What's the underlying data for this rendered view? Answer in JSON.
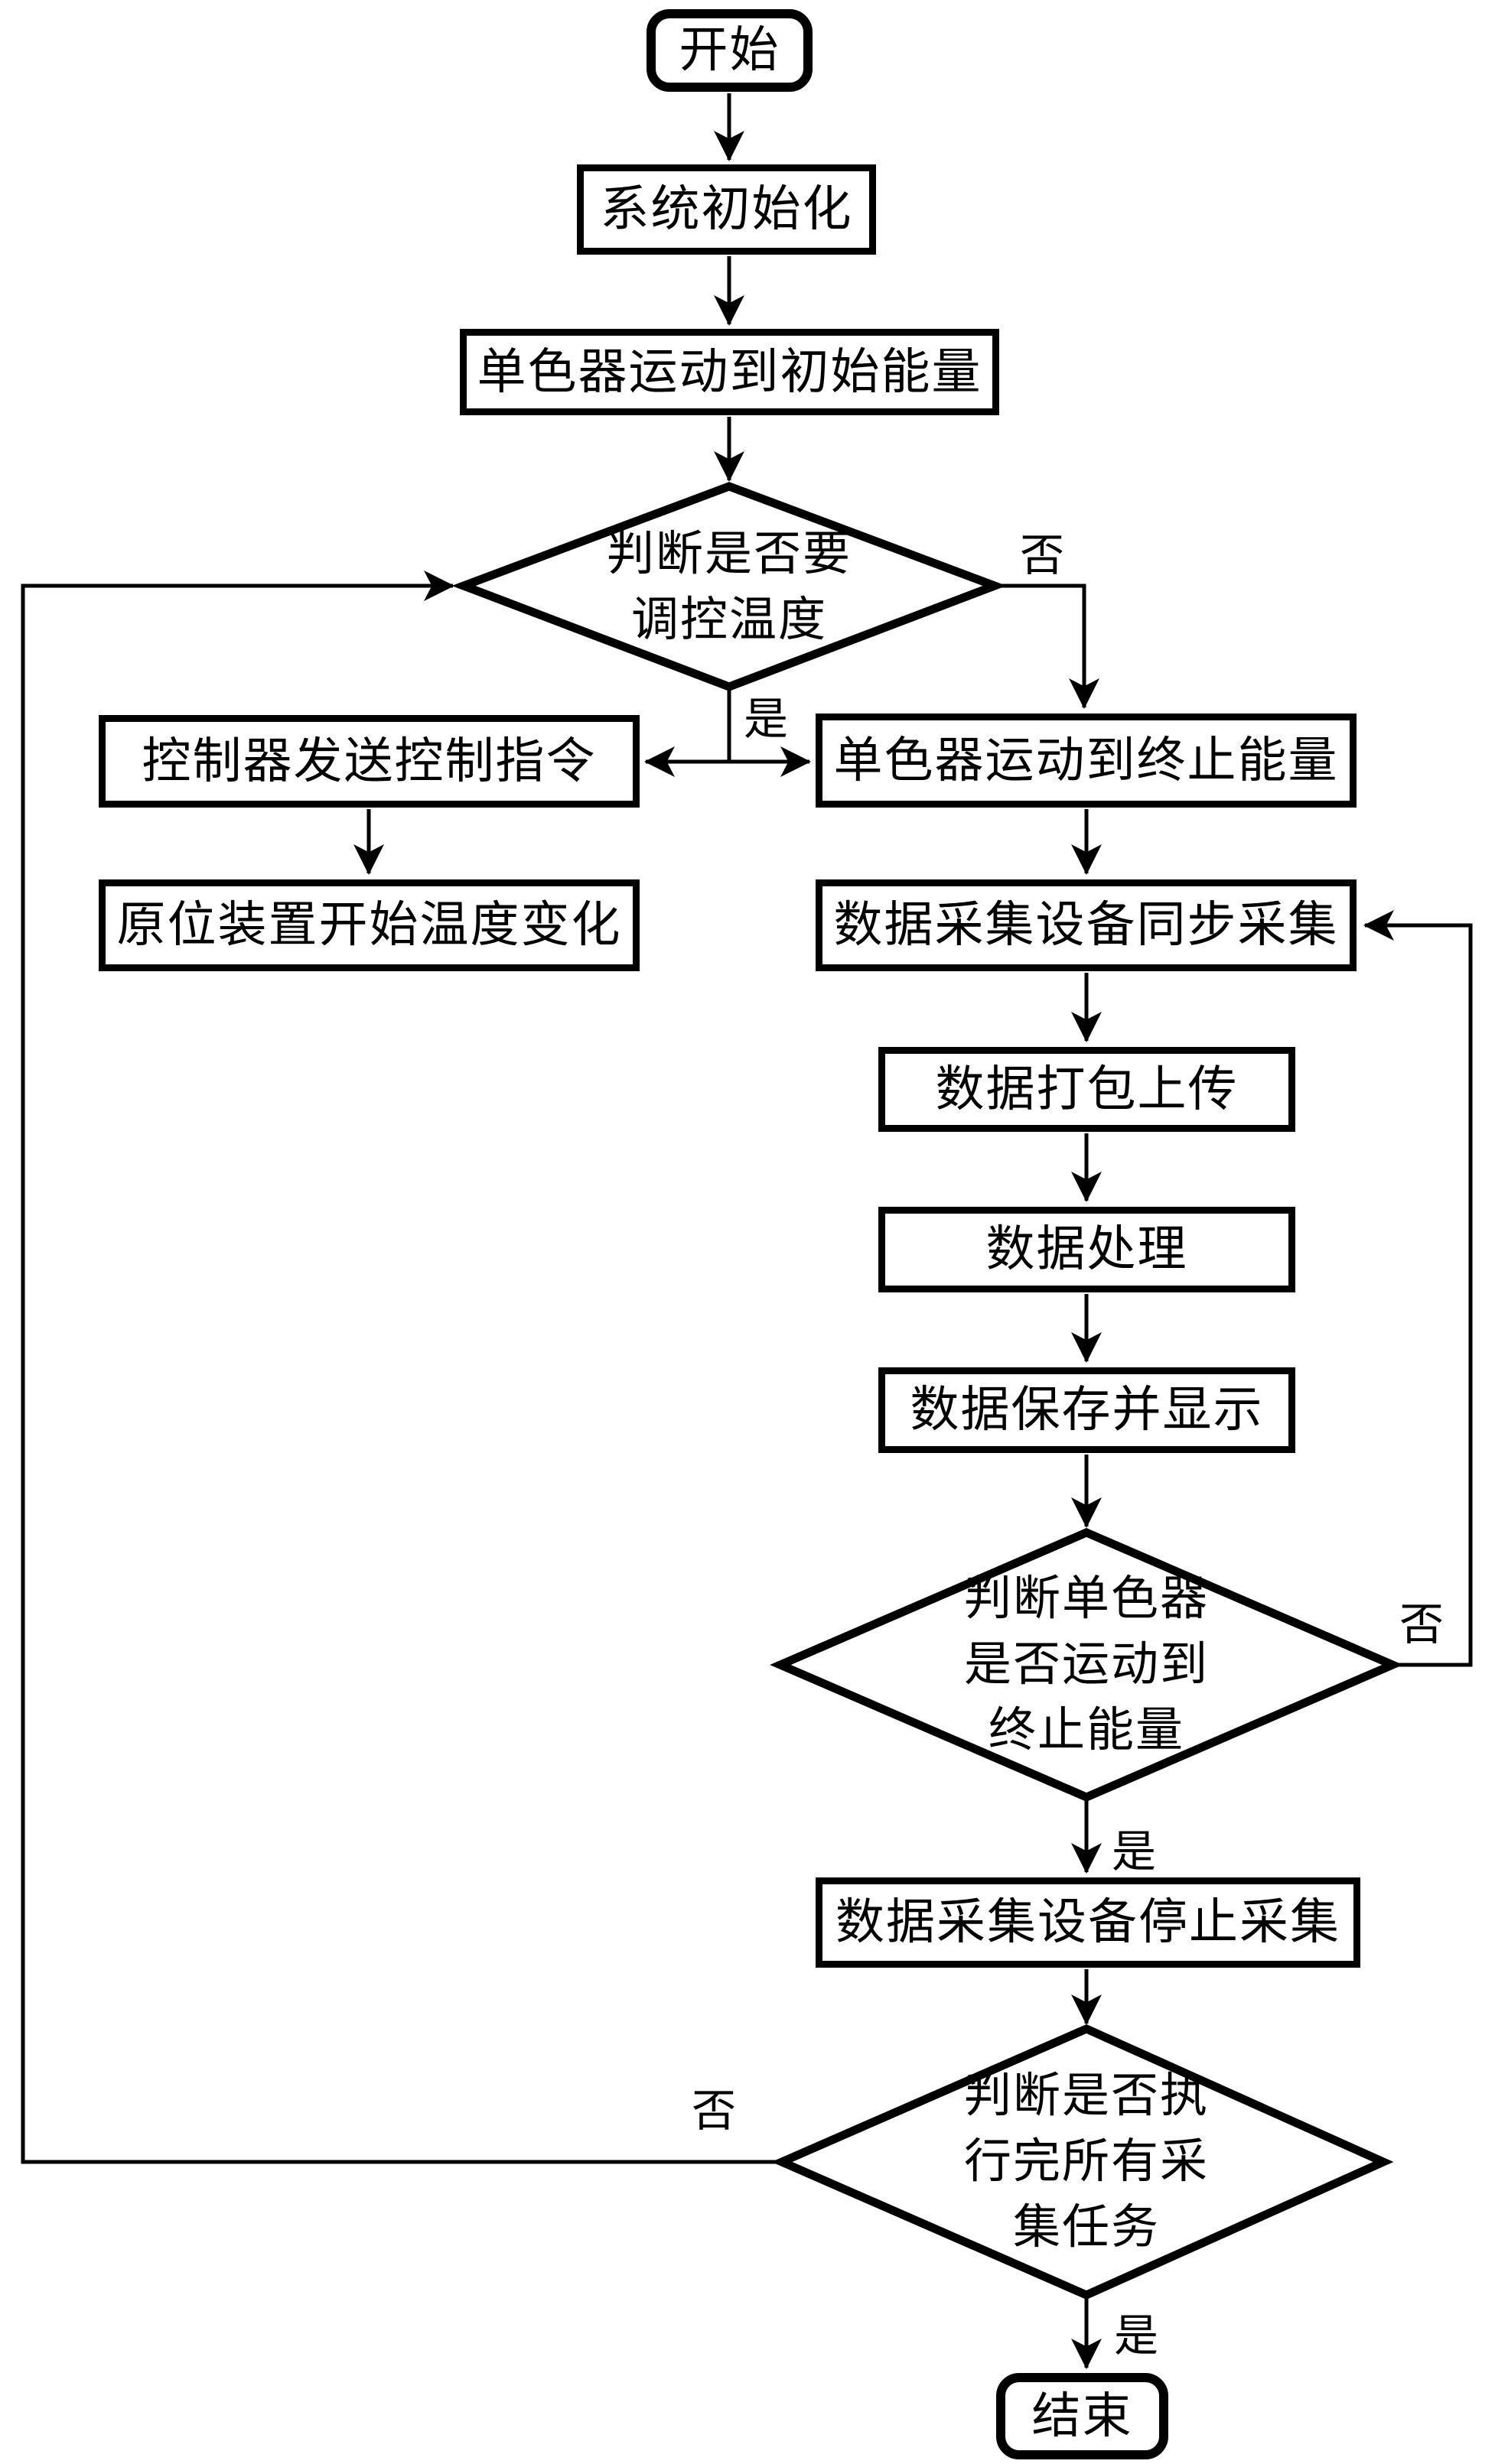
{
  "diagram": {
    "type": "flowchart",
    "language": "zh-CN",
    "background": "#ffffff",
    "line_color": "#000000"
  },
  "nodes": {
    "start": "开始",
    "system_init": "系统初始化",
    "mono_to_initial": "单色器运动到初始能量",
    "check_temp": "判断是否要\n调控温度",
    "controller_cmd": "控制器发送控制指令",
    "insitu_temp": "原位装置开始温度变化",
    "mono_to_final": "单色器运动到终止能量",
    "daq_sync": "数据采集设备同步采集",
    "data_upload": "数据打包上传",
    "data_process": "数据处理",
    "data_save": "数据保存并显示",
    "check_mono": "判断单色器\n是否运动到\n终止能量",
    "daq_stop": "数据采集设备停止采集",
    "check_tasks": "判断是否执\n行完所有采\n集任务",
    "end": "结束"
  },
  "edge_labels": {
    "temp_no": "否",
    "temp_yes": "是",
    "mono_no": "否",
    "mono_yes": "是",
    "tasks_no": "否",
    "tasks_yes": "是"
  }
}
